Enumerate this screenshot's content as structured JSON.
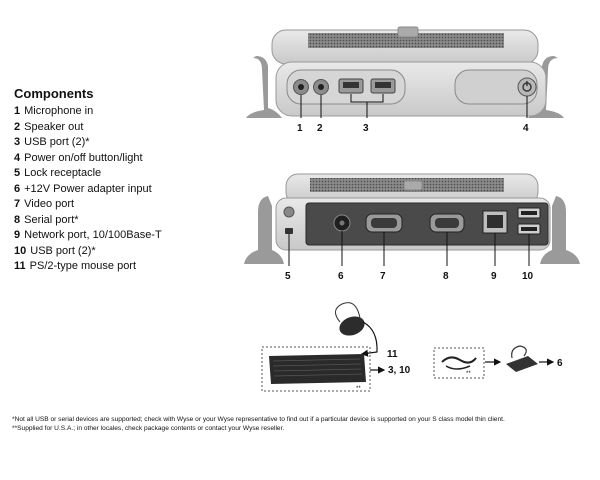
{
  "components": {
    "title": "Components",
    "items": [
      {
        "num": "1",
        "label": "Microphone in"
      },
      {
        "num": "2",
        "label": "Speaker out"
      },
      {
        "num": "3",
        "label": "USB port (2)*"
      },
      {
        "num": "4",
        "label": "Power on/off button/light"
      },
      {
        "num": "5",
        "label": "Lock receptacle"
      },
      {
        "num": "6",
        "label": "+12V Power adapter input"
      },
      {
        "num": "7",
        "label": "Video port"
      },
      {
        "num": "8",
        "label": "Serial port*"
      },
      {
        "num": "9",
        "label": "Network port, 10/100Base-T"
      },
      {
        "num": "10",
        "label": "USB port (2)*"
      },
      {
        "num": "11",
        "label": "PS/2-type mouse port"
      }
    ]
  },
  "callouts": {
    "front": [
      "1",
      "2",
      "3",
      "4"
    ],
    "back": [
      "5",
      "6",
      "7",
      "8",
      "9",
      "10"
    ],
    "mouse": "11",
    "keyboard": "3, 10",
    "keyboard_note": "**",
    "power": "6",
    "power_note": "**"
  },
  "footnotes": {
    "note1": "*Not all USB or serial devices are supported; check with Wyse or your Wyse representative to find out if a particular device is supported on your S class model thin client.",
    "note2": "**Supplied for U.S.A.; in other locales, check package contents or contact your Wyse reseller."
  }
}
